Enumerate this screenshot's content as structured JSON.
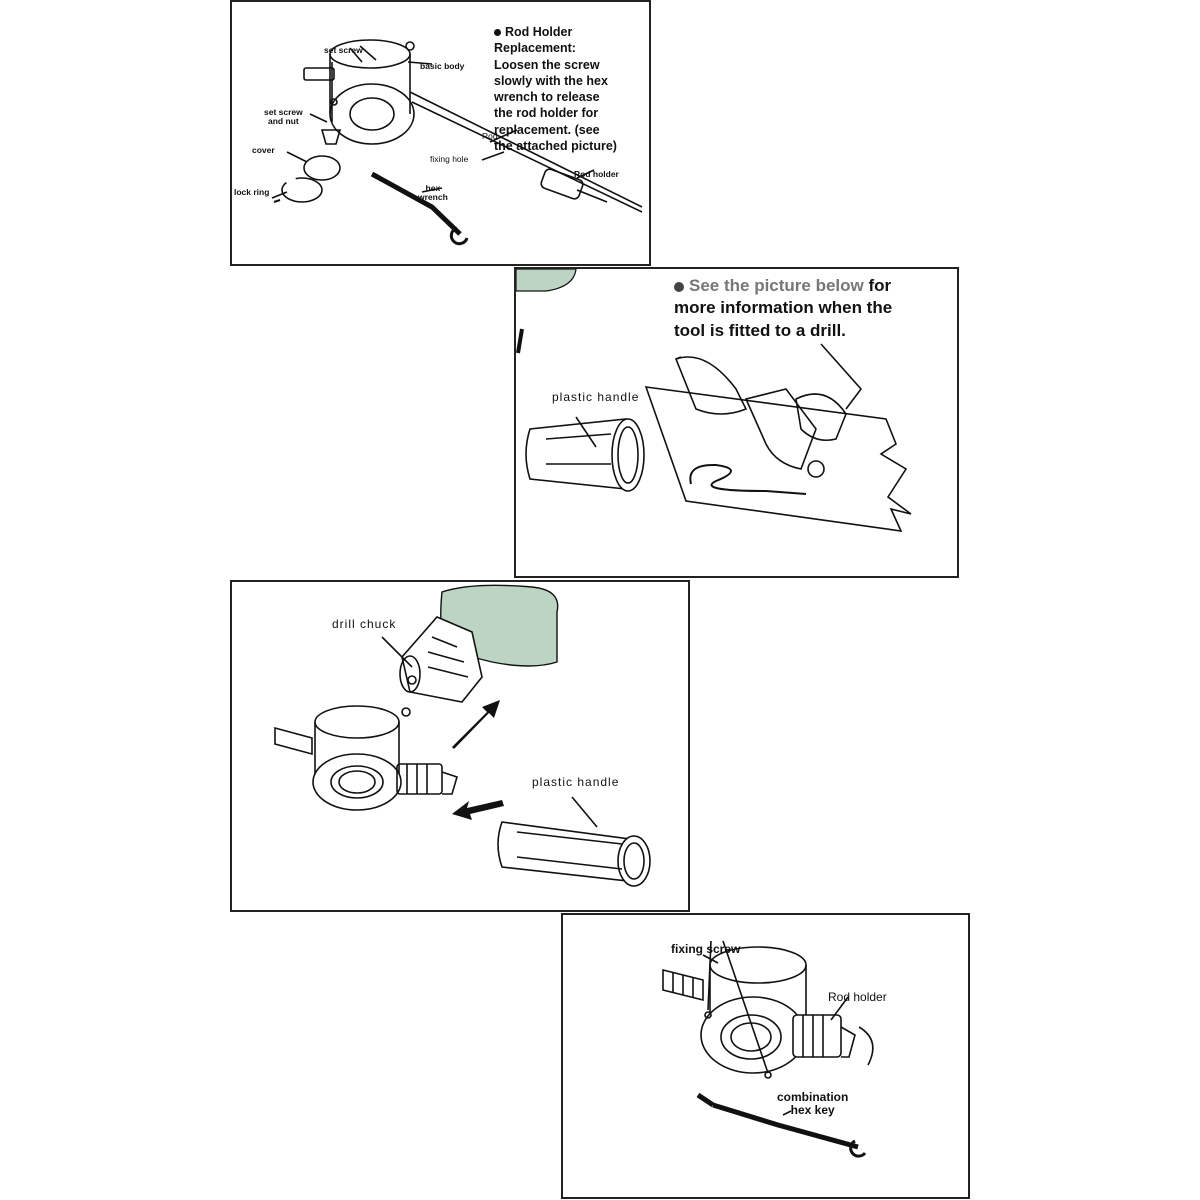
{
  "panel_rod_holder": {
    "labels": {
      "set_screw": "set screw",
      "basic_body": "basic body",
      "set_screw_nut": [
        "set screw",
        "and nut"
      ],
      "cover": "cover",
      "lock_ring": "lock ring",
      "rod": "Rod",
      "fixing_hole": "fixing hole",
      "rod_holder": "Rod holder",
      "hex_wrench": [
        "hex",
        "wrench"
      ]
    },
    "note": [
      "Rod Holder",
      "Replacement:",
      "Loosen the screw",
      "slowly with the hex",
      "wrench to release",
      "the rod holder for",
      "replacement. (see",
      "the attached picture)"
    ]
  },
  "panel_drill_fit": {
    "note_line1_a": "See the picture below",
    "note_line1_b": "for",
    "note_line2": "more information when the",
    "note_line3": "tool is fitted to a drill.",
    "plastic_handle": "plastic  handle"
  },
  "panel_assembly": {
    "drill_chuck": "drill chuck",
    "plastic_handle": "plastic  handle"
  },
  "panel_fixing": {
    "fixing_screw": "fixing screw",
    "rod_holder": "Rod holder",
    "combination_hex_key": [
      "combination",
      "hex key"
    ]
  },
  "colors": {
    "drill_green": "#bcd5c2",
    "line": "#111111"
  }
}
